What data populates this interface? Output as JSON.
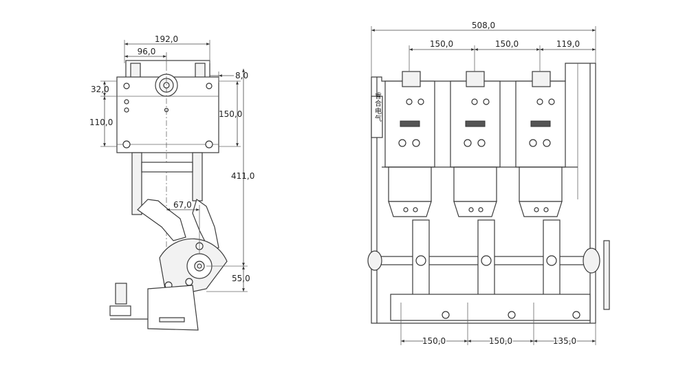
{
  "left_view": {
    "dims": {
      "width_total": "192,0",
      "width_half": "96,0",
      "offset_right": "8,0",
      "offset_top": "32,0",
      "height_inner": "110,0",
      "height_plate": "150,0",
      "height_total": "411,0",
      "cam_offset": "67,0",
      "bottom_offset": "55,0"
    }
  },
  "right_view": {
    "dims": {
      "width_total": "508,0",
      "top_pitch_1": "150,0",
      "top_pitch_2": "150,0",
      "top_end": "119,0",
      "bottom_pitch_1": "150,0",
      "bottom_pitch_2": "150,0",
      "bottom_end": "135,0"
    },
    "brand_label": "睿合电气"
  }
}
